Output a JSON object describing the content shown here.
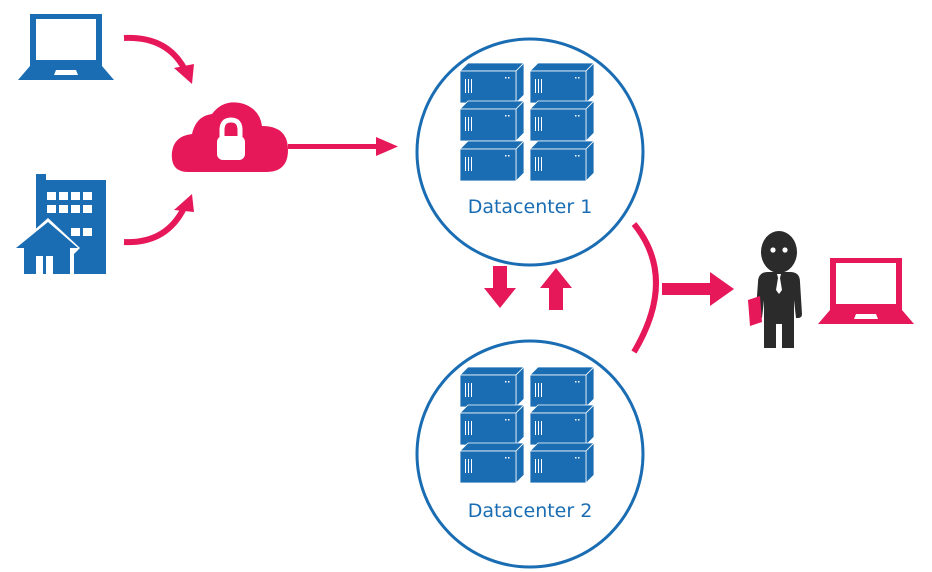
{
  "colors": {
    "blue": "#1a6db3",
    "pink": "#e6185a",
    "dark": "#2b2b2b",
    "white": "#ffffff"
  },
  "nodes": {
    "laptop_source": {
      "icon": "laptop-icon"
    },
    "office_source": {
      "icon": "office-building-icon"
    },
    "cloud": {
      "icon": "secure-cloud-lock-icon"
    },
    "datacenter1": {
      "label": "Datacenter 1",
      "icon": "server-rack-icon"
    },
    "datacenter2": {
      "label": "Datacenter 2",
      "icon": "server-rack-icon"
    },
    "user": {
      "icon": "business-person-icon"
    },
    "laptop_destination": {
      "icon": "laptop-icon"
    }
  },
  "edges": [
    {
      "from": "laptop_source",
      "to": "cloud",
      "style": "curved-arrow"
    },
    {
      "from": "office_source",
      "to": "cloud",
      "style": "curved-arrow"
    },
    {
      "from": "cloud",
      "to": "datacenter1",
      "style": "straight-arrow"
    },
    {
      "from": "datacenter1",
      "to": "datacenter2",
      "style": "down-arrow"
    },
    {
      "from": "datacenter2",
      "to": "datacenter1",
      "style": "up-arrow"
    },
    {
      "from": "datacenter1+datacenter2",
      "to": "user",
      "style": "merge-arrow"
    }
  ]
}
